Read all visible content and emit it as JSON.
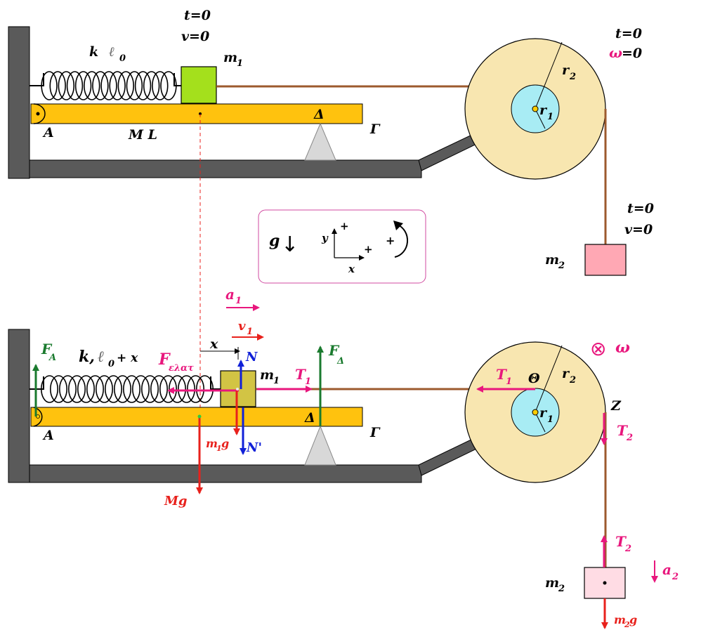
{
  "top": {
    "t0_block": "t=0",
    "v0_block": "v=0",
    "spring": "k",
    "l0": "ℓ",
    "l0_sub": "0",
    "m1": "m",
    "m1_sub": "1",
    "A": "A",
    "ML": "M L",
    "Delta": "Δ",
    "Gamma": "Γ",
    "t0_pulley": "t=0",
    "omega0": "ω",
    "omega0_val": "=0",
    "r2": "r",
    "r2_sub": "2",
    "r1": "r",
    "r1_sub": "1",
    "t0_m2": "t=0",
    "v0_m2": "v=0",
    "m2": "m",
    "m2_sub": "2"
  },
  "legend": {
    "g": "g",
    "g_arrow": "↓",
    "y": "y",
    "x": "x",
    "plus_y": "+",
    "plus_x": "+",
    "plus_rot": "+"
  },
  "bottom": {
    "a1": "a",
    "a1_sub": "1",
    "v1": "v",
    "v1_sub": "1",
    "x": "x",
    "FA": "F",
    "FA_sub": "A",
    "spring": "k,",
    "l0x": "ℓ",
    "l0x_sub": "0",
    "l0x_rest": "+ x",
    "Fel": "F",
    "Fel_sub": "ελατ",
    "N": "N",
    "m1": "m",
    "m1_sub": "1",
    "T1": "T",
    "T1_sub": "1",
    "FD": "F",
    "FD_sub": "Δ",
    "A": "A",
    "m1g": "m",
    "m1g_sub": "1",
    "m1g_g": "g",
    "Nprime": "N'",
    "Delta": "Δ",
    "Gamma": "Γ",
    "Mg": "Mg",
    "T1_pulley": "T",
    "T1_pulley_sub": "1",
    "Theta": "Θ",
    "r2": "r",
    "r2_sub": "2",
    "r1": "r",
    "r1_sub": "1",
    "omega_symbol": "⊗",
    "omega": "ω",
    "Z": "Z",
    "T2_top": "T",
    "T2_top_sub": "2",
    "T2_bottom": "T",
    "T2_bottom_sub": "2",
    "a2": "a",
    "a2_sub": "2",
    "m2": "m",
    "m2_sub": "2",
    "m2g": "m",
    "m2g_sub": "2",
    "m2g_g": "g"
  },
  "colors": {
    "wall": "#5a5a5a",
    "beam": "#ffc20e",
    "block_top": "#a4e01c",
    "block_bottom": "#d2c444",
    "pulley_outer": "#f8e6b0",
    "pulley_inner": "#a8ecf4",
    "string": "#9c5a2e",
    "mass2_top": "#ffa8b4",
    "mass2_bottom": "#ffdce4",
    "magenta": "#e8177d",
    "red": "#e8211c",
    "green": "#1a7a2e",
    "blue": "#1020d8"
  }
}
